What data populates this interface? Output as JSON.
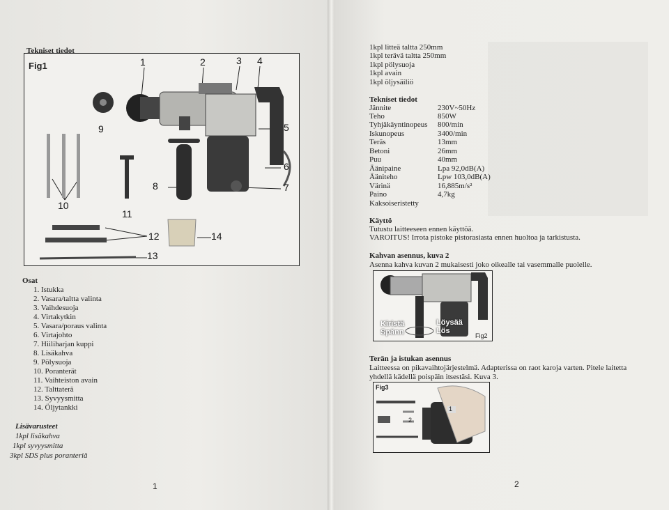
{
  "left_page": {
    "heading": "Tekniset tiedot",
    "figure_label": "Fig1",
    "callouts": [
      "1",
      "2",
      "3",
      "4",
      "5",
      "6",
      "7",
      "8",
      "9",
      "10",
      "11",
      "12",
      "13",
      "14"
    ],
    "parts_title": "Osat",
    "parts": [
      "1.   Istukka",
      "2.   Vasara/taltta valinta",
      "3.   Vaihdesuoja",
      "4.   Virtakytkin",
      "5.   Vasara/poraus valinta",
      "6.   Virtajohto",
      "7.   Hiiliharjan kuppi",
      "8.   Lisäkahva",
      "9.   Pölysuoja",
      "10. Poranterät",
      "11. Vaihteiston avain",
      "12. Talttaterä",
      "13. Syvyysmitta",
      "14. Öljytankki"
    ],
    "accessories_title": "Lisävarusteet",
    "accessories": [
      "1kpl lisäkahva",
      "1kpl syvyysmitta",
      "3kpl SDS plus poranteriä"
    ],
    "page_number": "1"
  },
  "right_page": {
    "top_list": [
      "1kpl litteä taltta 250mm",
      "1kpl terävä taltta 250mm",
      "1kpl pölysuoja",
      "1kpl avain",
      "1kpl öljysäiliö"
    ],
    "specs_title": "Tekniset tiedot",
    "specs": [
      {
        "label": "Jännite",
        "value": "230V~50Hz"
      },
      {
        "label": "Teho",
        "value": "850W"
      },
      {
        "label": "Tyhjäkäyntinopeus",
        "value": "800/min"
      },
      {
        "label": "Iskunopeus",
        "value": "3400/min"
      },
      {
        "label": "Teräs",
        "value": "13mm"
      },
      {
        "label": "Betoni",
        "value": "26mm"
      },
      {
        "label": "Puu",
        "value": "40mm"
      },
      {
        "label": "Äänipaine",
        "value": "Lpa 92,0dB(A)"
      },
      {
        "label": "Ääniteho",
        "value": "Lpw 103,0dB(A)"
      },
      {
        "label": "Värinä",
        "value": "16,885m/s²"
      },
      {
        "label": "Paino",
        "value": "4,7kg"
      },
      {
        "label": "Kaksoiseristetty",
        "value": ""
      }
    ],
    "usage_title": "Käyttö",
    "usage_lines": [
      "Tutustu laitteeseen ennen käyttöä.",
      "VAROITUS! Irrota pistoke pistorasiasta ennen huoltoa ja tarkistusta."
    ],
    "handle_title": "Kahvan asennus, kuva 2",
    "handle_text": "Asenna kahva kuvan 2 mukaisesti joko oikealle tai vasemmalle puolelle.",
    "fig2": {
      "tighten": "Kiristä",
      "tighten_sv": "Spänn",
      "loosen": "Löysää",
      "loosen_sv": "Lös",
      "label": "Fig2"
    },
    "bit_title": "Terän ja istukan asennus",
    "bit_lines": [
      "Laitteessa on pikavaihtojärjestelmä. Adapterissa on raot karoja varten. Pitele laitetta",
      "yhdellä kädellä poispäin itsestäsi. Kuva 3."
    ],
    "fig3": {
      "label": "Fig3",
      "marker1": "1",
      "marker2": "2"
    },
    "page_number": "2"
  }
}
